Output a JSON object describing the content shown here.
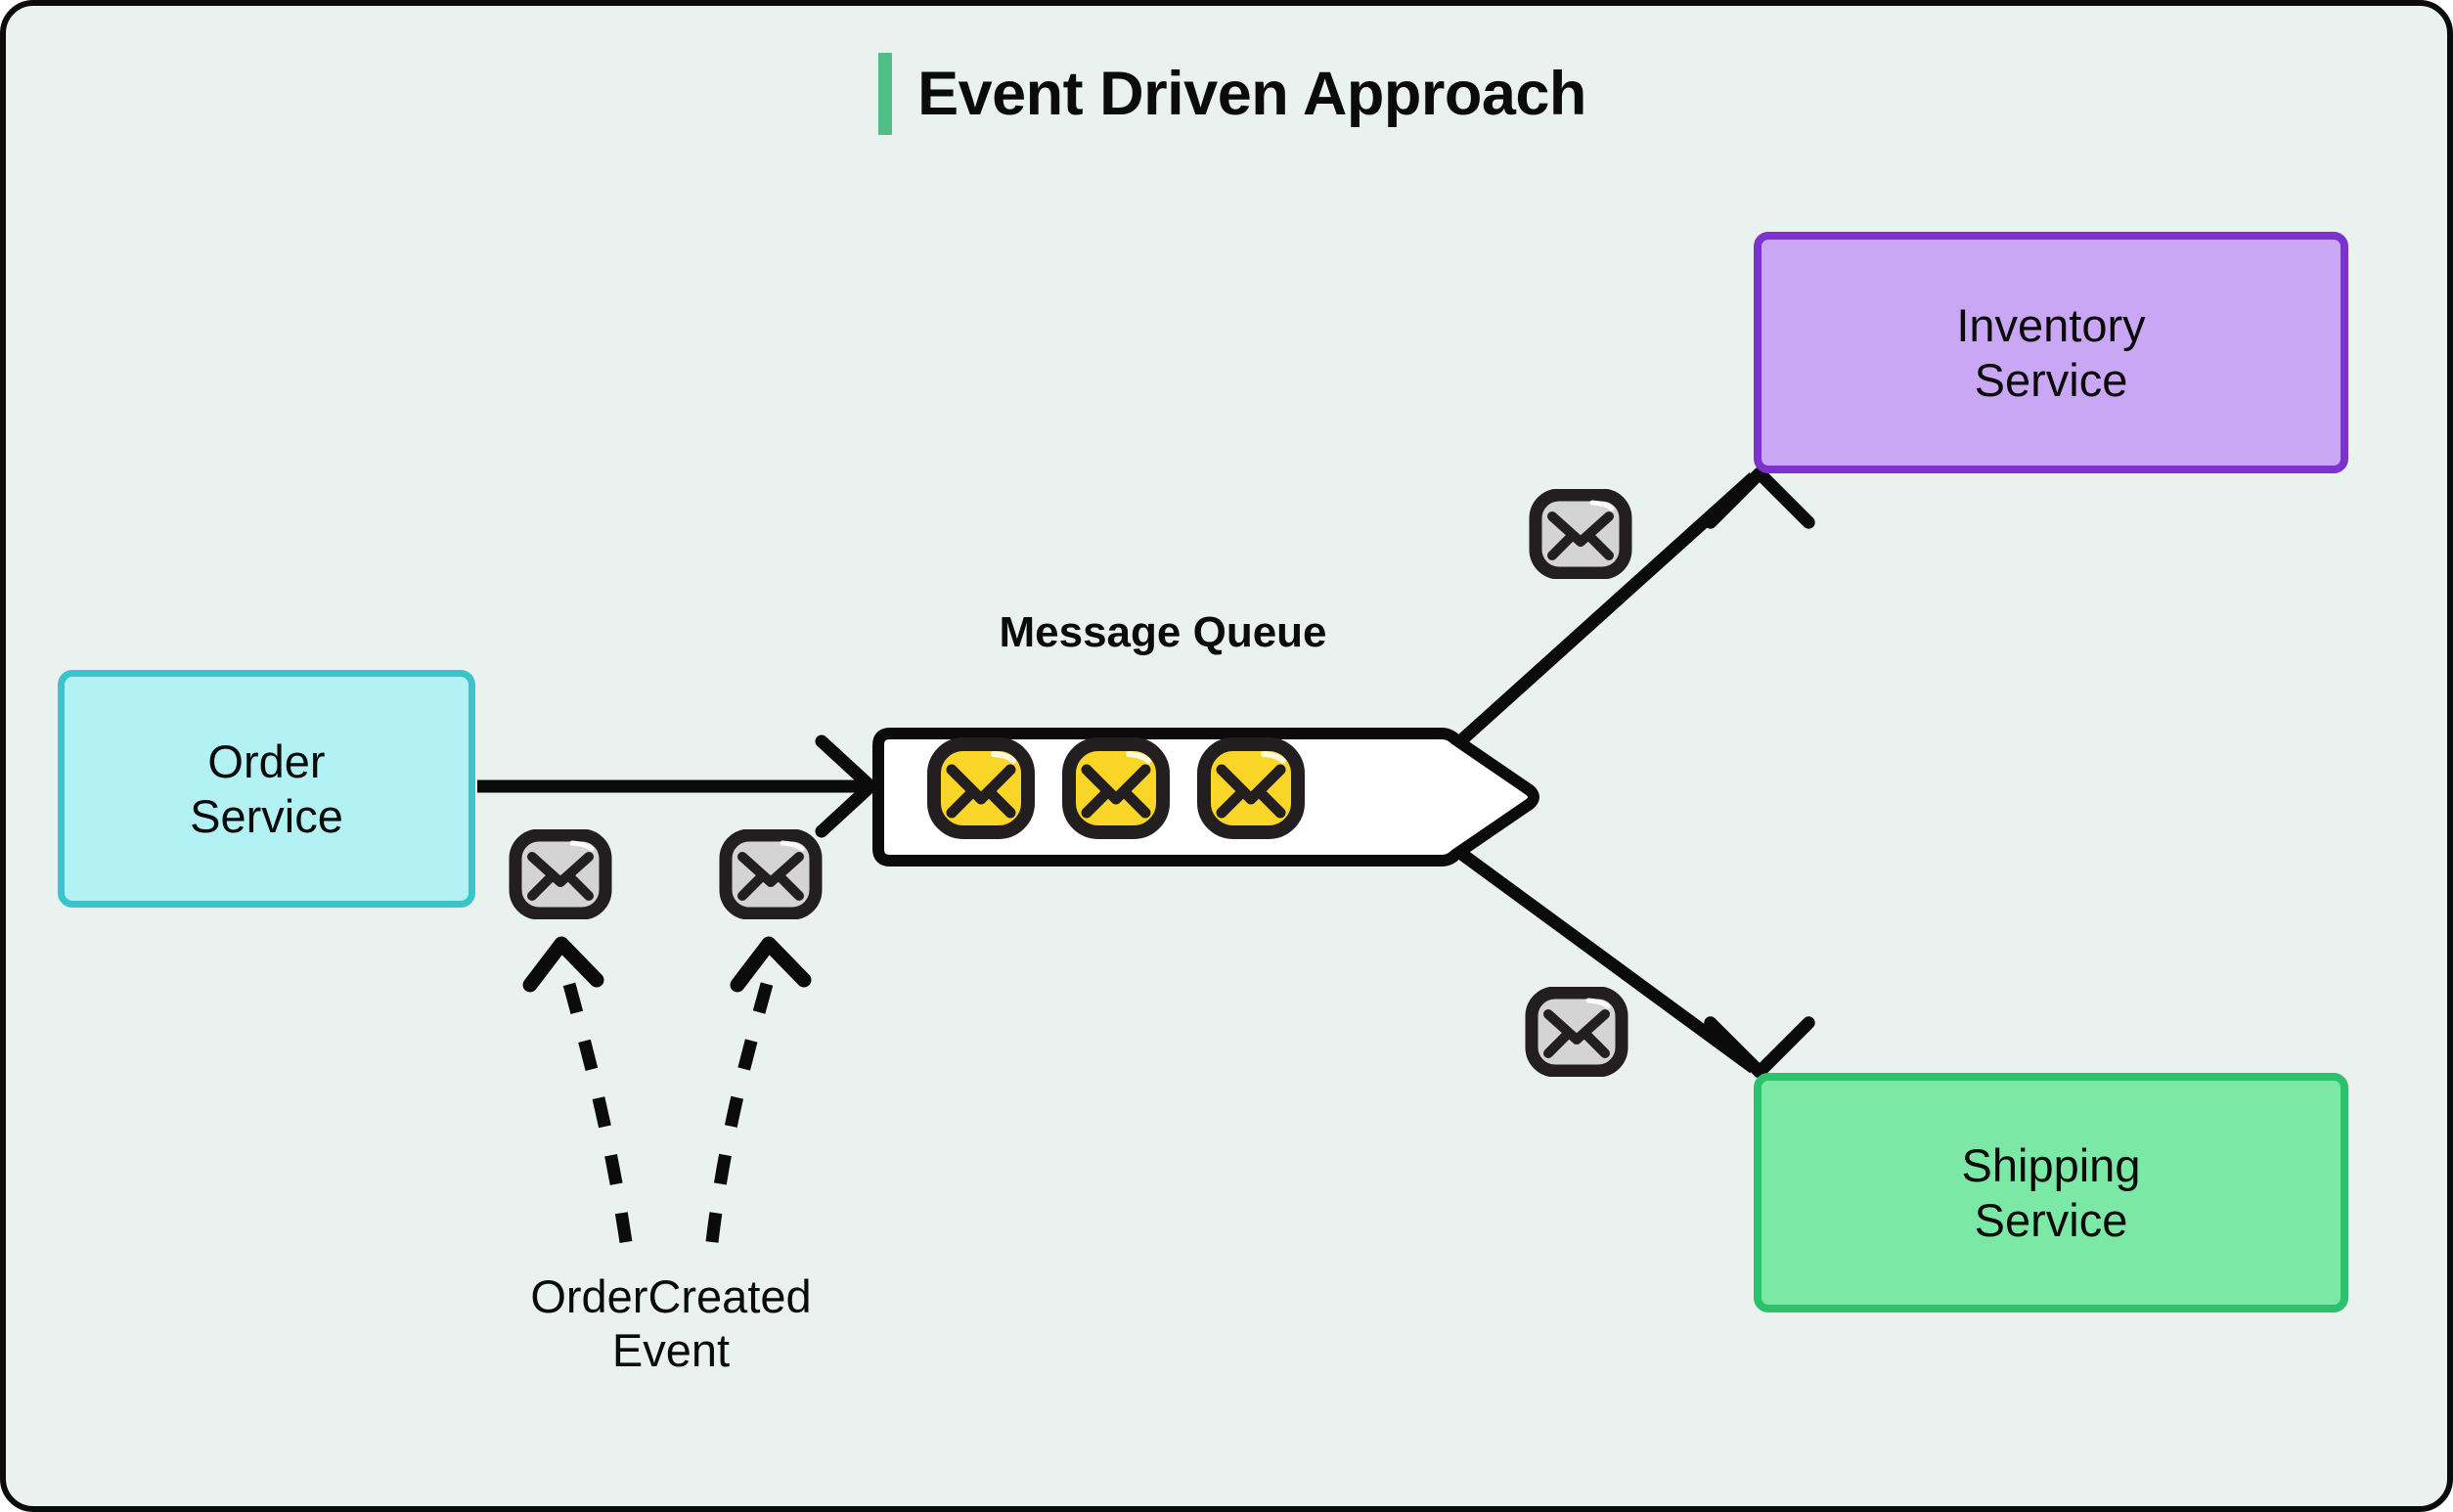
{
  "page": {
    "background_color": "#E9F2EF",
    "frame_border_color": "#0B0B0B"
  },
  "title": {
    "text": "Event Driven Approach",
    "accent_color": "#52BE85"
  },
  "nodes": {
    "order_service": {
      "label": "Order\nService",
      "line1": "Order",
      "line2": "Service",
      "fill": "#B2F2F5",
      "border": "#3BC4C9"
    },
    "inventory_service": {
      "label": "Inventory\nService",
      "line1": "Inventory",
      "line2": "Service",
      "fill": "#C9A7F5",
      "border": "#7B33CC"
    },
    "shipping_service": {
      "label": "Shipping\nService",
      "line1": "Shipping",
      "line2": "Service",
      "fill": "#7CE8A5",
      "border": "#2EC16B"
    },
    "message_queue": {
      "label": "Message Queue",
      "fill": "#FFFFFF",
      "border": "#0B0B0B",
      "message_count": 3,
      "message_fill": "#FAD628",
      "message_border": "#231F20"
    }
  },
  "labels": {
    "order_created_event_line1": "OrderCreated",
    "order_created_event_line2": "Event"
  },
  "icons": {
    "queued_message": "envelope-icon",
    "event_message": "envelope-icon",
    "gray_fill": "#D4D4D4",
    "dark_stroke": "#231F20"
  },
  "connectors": [
    {
      "name": "order-to-queue",
      "style": "solid",
      "from": "order_service",
      "to": "message_queue"
    },
    {
      "name": "queue-to-inventory",
      "style": "solid",
      "from": "message_queue",
      "to": "inventory_service"
    },
    {
      "name": "queue-to-shipping",
      "style": "solid",
      "from": "message_queue",
      "to": "shipping_service"
    },
    {
      "name": "event-to-envelope-a",
      "style": "dashed",
      "from": "order_created_event",
      "to": "envelope-a"
    },
    {
      "name": "event-to-envelope-b",
      "style": "dashed",
      "from": "order_created_event",
      "to": "envelope-b"
    }
  ]
}
